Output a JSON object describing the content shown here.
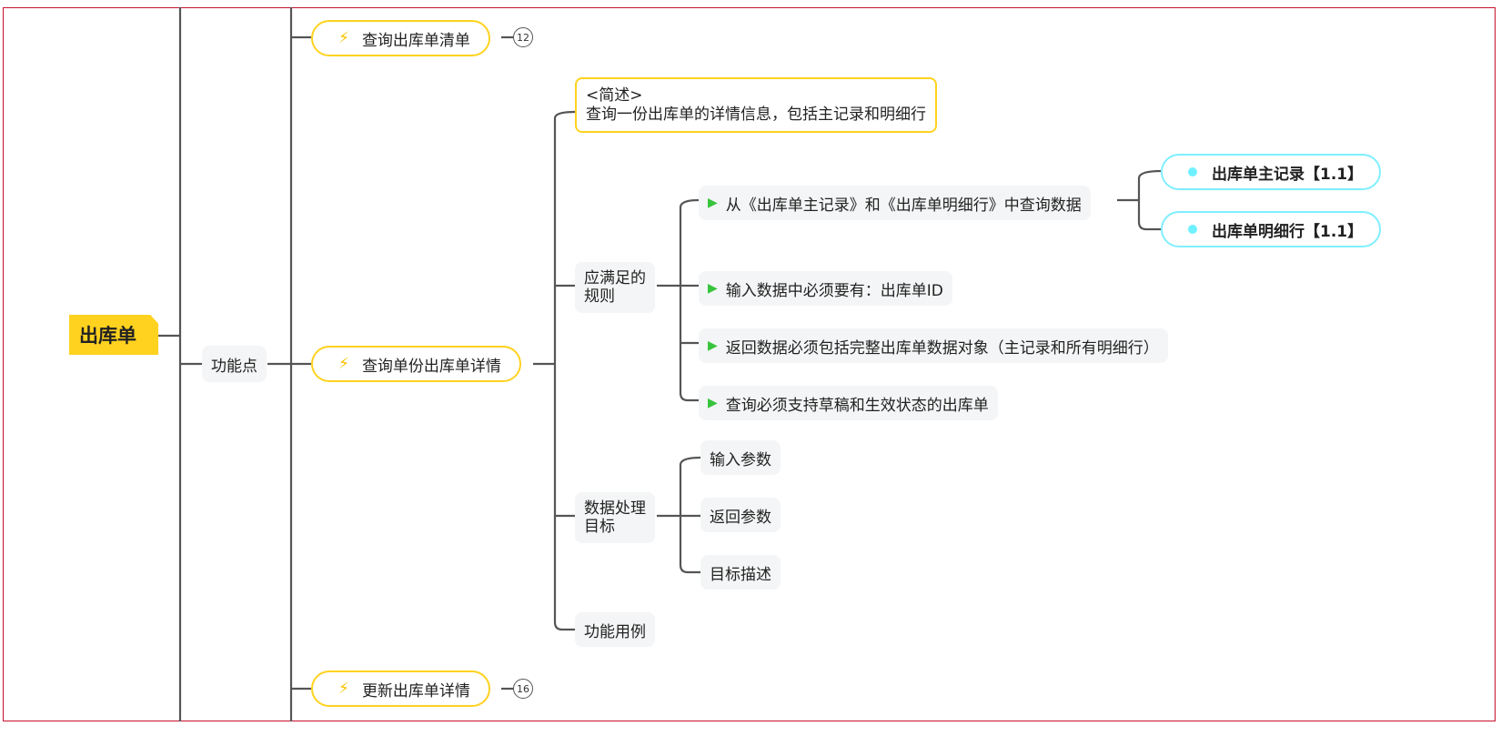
{
  "root": {
    "label": "出库单"
  },
  "branch": {
    "label": "功能点"
  },
  "features": [
    {
      "label": "查询出库单清单",
      "count": "12"
    },
    {
      "label": "查询单份出库单详情"
    },
    {
      "label": "更新出库单详情",
      "count": "16"
    }
  ],
  "description": {
    "title": "<简述>",
    "text": "查询一份出库单的详情信息，包括主记录和明细行"
  },
  "rules": {
    "label_line1": "应满足的",
    "label_line2": "规则",
    "items": [
      "从《出库单主记录》和《出库单明细行》中查询数据",
      "输入数据中必须要有：出库单ID",
      "返回数据必须包括完整出库单数据对象（主记录和所有明细行）",
      "查询必须支持草稿和生效状态的出库单"
    ]
  },
  "refs": [
    "出库单主记录【1.1】",
    "出库单明细行【1.1】"
  ],
  "target": {
    "label_line1": "数据处理",
    "label_line2": "目标",
    "items": [
      "输入参数",
      "返回参数",
      "目标描述"
    ]
  },
  "usecase": {
    "label": "功能用例"
  },
  "colors": {
    "accent": "#ffd21f",
    "frame": "#c8102e",
    "ref_border": "#7fefff",
    "rule_marker": "#36c43c",
    "connector": "#555555"
  }
}
